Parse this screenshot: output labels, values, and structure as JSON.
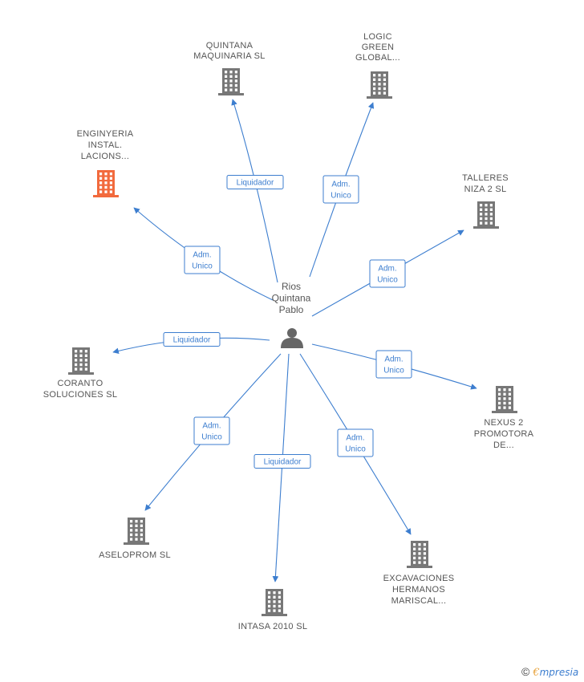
{
  "center": {
    "label_lines": [
      "Rios",
      "Quintana",
      "Pablo"
    ],
    "icon": "person-icon"
  },
  "companies": [
    {
      "id": "quintana-maquinaria",
      "label_lines": [
        "QUINTANA",
        "MAQUINARIA SL"
      ],
      "highlight": false,
      "role_lines": [
        "Liquidador"
      ]
    },
    {
      "id": "logic-green-global",
      "label_lines": [
        "LOGIC",
        "GREEN",
        "GLOBAL..."
      ],
      "highlight": false,
      "role_lines": [
        "Adm.",
        "Unico"
      ]
    },
    {
      "id": "enginyeria-instal",
      "label_lines": [
        "ENGINYERIA",
        "INSTAL.",
        "LACIONS..."
      ],
      "highlight": true,
      "role_lines": [
        "Adm.",
        "Unico"
      ]
    },
    {
      "id": "talleres-niza",
      "label_lines": [
        "TALLERES",
        "NIZA 2 SL"
      ],
      "highlight": false,
      "role_lines": [
        "Adm.",
        "Unico"
      ]
    },
    {
      "id": "coranto-soluciones",
      "label_lines": [
        "CORANTO",
        "SOLUCIONES SL"
      ],
      "highlight": false,
      "role_lines": [
        "Liquidador"
      ]
    },
    {
      "id": "nexus-2-promotora",
      "label_lines": [
        "NEXUS 2",
        "PROMOTORA",
        "DE..."
      ],
      "highlight": false,
      "role_lines": [
        "Adm.",
        "Unico"
      ]
    },
    {
      "id": "aseloprom",
      "label_lines": [
        "ASELOPROM SL"
      ],
      "highlight": false,
      "role_lines": [
        "Adm.",
        "Unico"
      ]
    },
    {
      "id": "intasa-2010",
      "label_lines": [
        "INTASA 2010 SL"
      ],
      "highlight": false,
      "role_lines": [
        "Liquidador"
      ]
    },
    {
      "id": "excavaciones-hermanos",
      "label_lines": [
        "EXCAVACIONES",
        "HERMANOS",
        "MARISCAL..."
      ],
      "highlight": false,
      "role_lines": [
        "Adm.",
        "Unico"
      ]
    }
  ],
  "colors": {
    "edge": "#3d7ecf",
    "building": "#777777",
    "building_highlight": "#f26a3d",
    "text": "#555555"
  },
  "footer": {
    "copyright_symbol": "©",
    "brand_initial": "€",
    "brand_rest": "mpresia"
  }
}
